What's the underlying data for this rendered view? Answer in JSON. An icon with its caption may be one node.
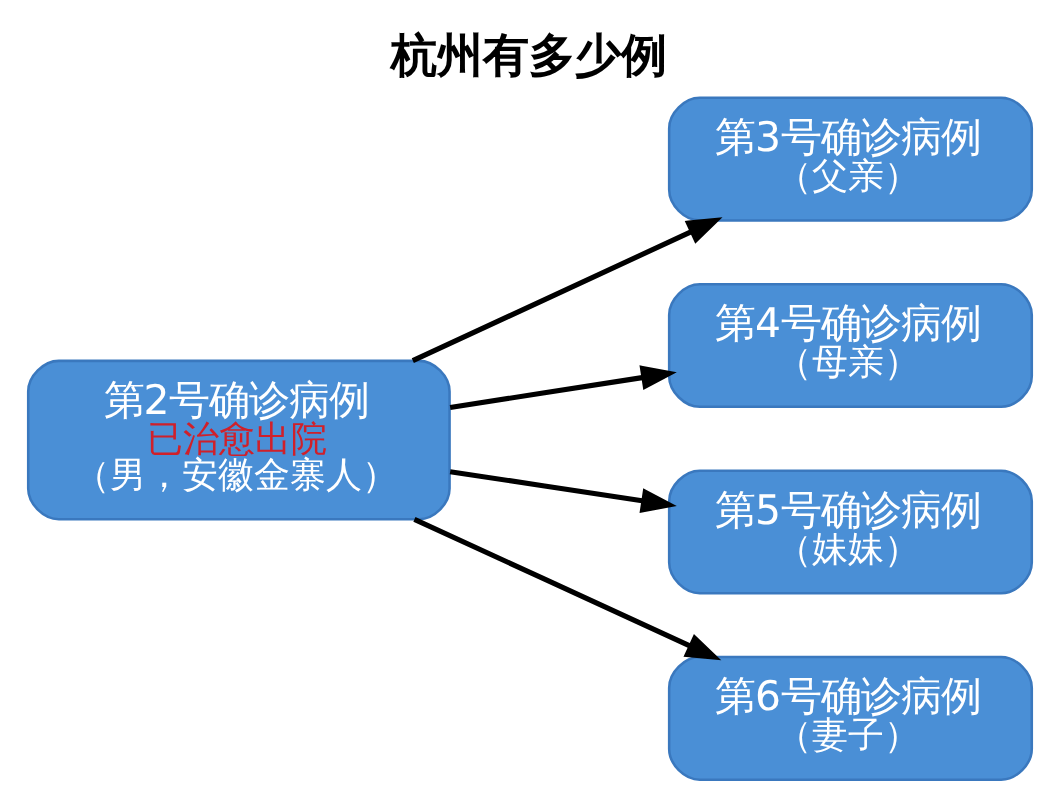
{
  "diagram": {
    "title": "杭州有多少例",
    "nodes": [
      {
        "text": [
          "第2号确诊病例",
          "已治愈出院",
          "（男，安徽金寨人）"
        ]
      },
      {
        "text": [
          "第3号确诊病例",
          "（父亲）"
        ]
      },
      {
        "text": [
          "第4号确诊病例",
          "（母亲）"
        ]
      },
      {
        "text": [
          "第5号确诊病例",
          "（妹妹）"
        ]
      },
      {
        "text": [
          "第6号确诊病例",
          "（妻子）"
        ]
      }
    ],
    "edges": [
      {
        "from": 0,
        "to": 1,
        "arrow": "to"
      },
      {
        "from": 0,
        "to": 2,
        "arrow": "to"
      },
      {
        "from": 0,
        "to": 3,
        "arrow": "to"
      },
      {
        "from": 0,
        "to": 4,
        "arrow": "to"
      }
    ]
  }
}
